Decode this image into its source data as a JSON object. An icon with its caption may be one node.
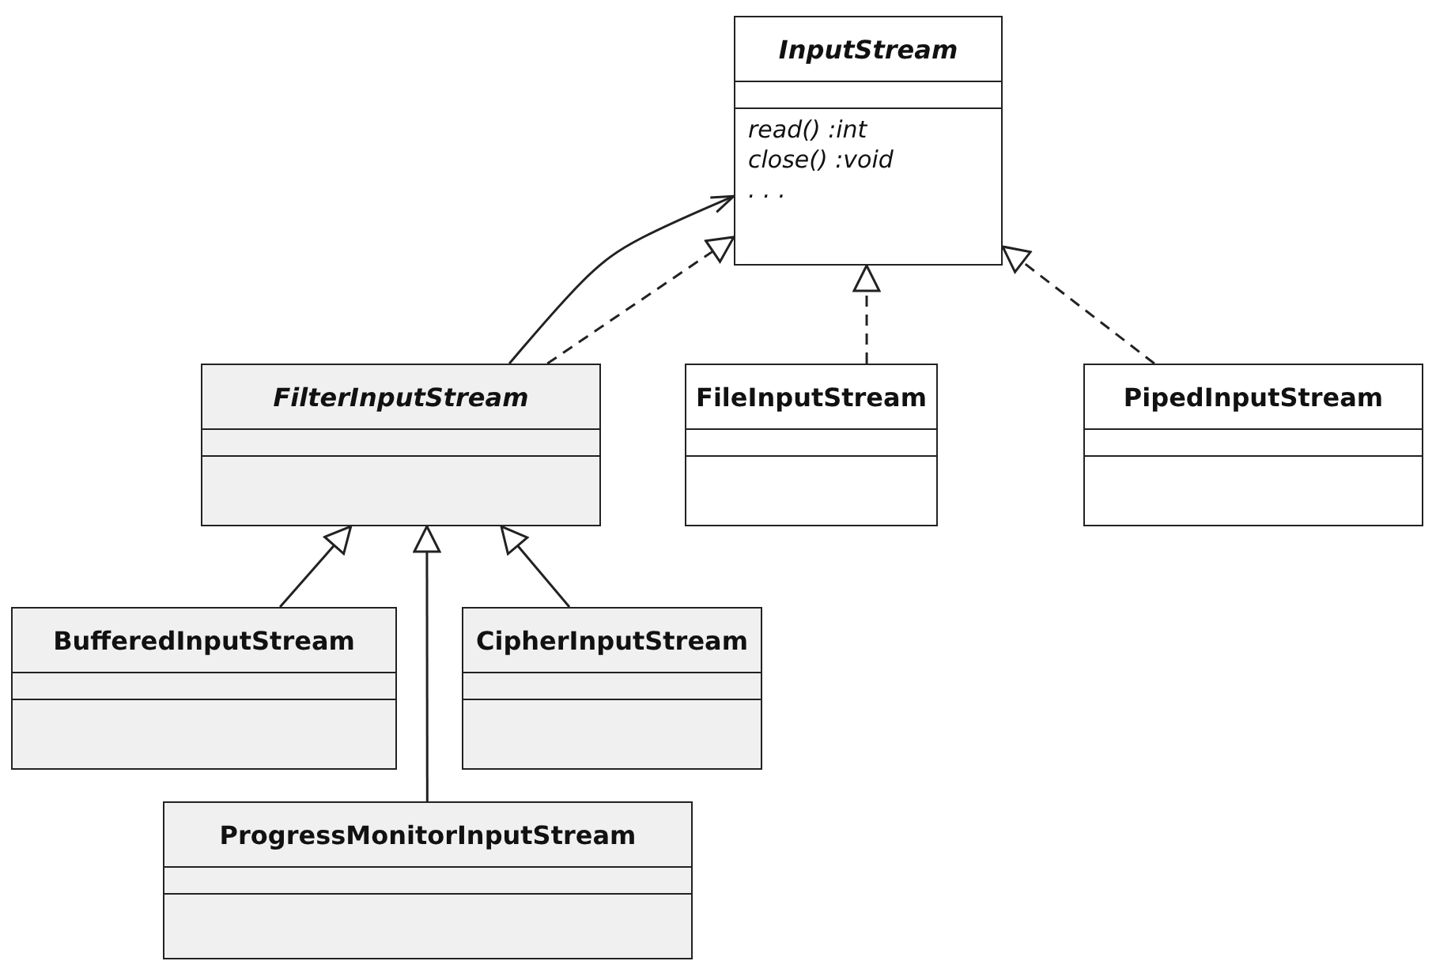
{
  "diagram": {
    "nodes": [
      {
        "text": [
          "InputStream",
          "read() :int",
          "close() :void",
          ". . ."
        ]
      },
      {
        "text": [
          "FilterInputStream"
        ]
      },
      {
        "text": [
          "FileInputStream"
        ]
      },
      {
        "text": [
          "PipedInputStream"
        ]
      },
      {
        "text": [
          "BufferedInputStream"
        ]
      },
      {
        "text": [
          "CipherInputStream"
        ]
      },
      {
        "text": [
          "ProgressMonitorInputStream"
        ]
      }
    ],
    "edges": [
      {
        "from": 1,
        "to": 0,
        "arrow": "to"
      },
      {
        "from": 1,
        "to": 0,
        "arrow": "to",
        "style": "dashed"
      },
      {
        "from": 2,
        "to": 0,
        "arrow": "to",
        "style": "dashed"
      },
      {
        "from": 3,
        "to": 0,
        "arrow": "to",
        "style": "dashed"
      },
      {
        "from": 4,
        "to": 1,
        "arrow": "to"
      },
      {
        "from": 5,
        "to": 1,
        "arrow": "to"
      },
      {
        "from": 6,
        "to": 1,
        "arrow": "to"
      }
    ]
  }
}
